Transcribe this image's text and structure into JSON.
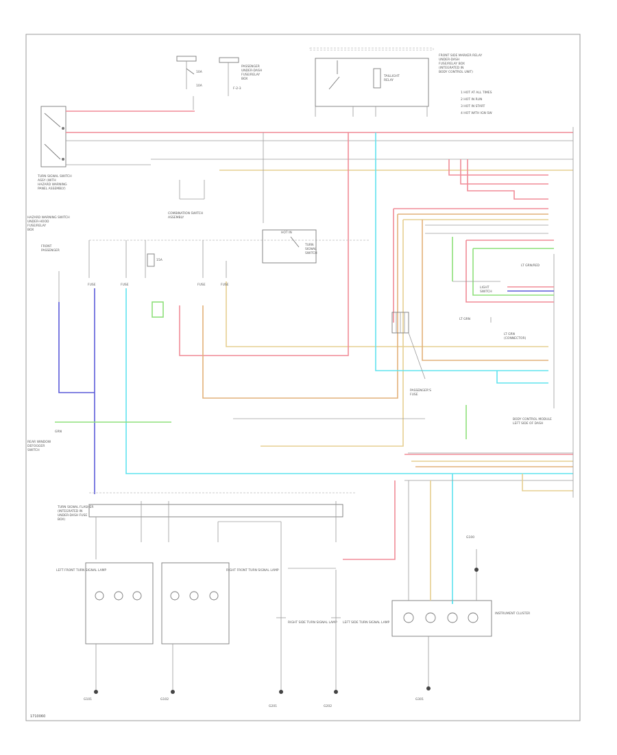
{
  "diagram": {
    "footer_code": "1710060",
    "component_labels": {
      "top_center_relay": "FRONT SIDE MARKER RELAY",
      "right_top_module": "BODY CONTROL MODULE",
      "left_top_switch": "TURN SIGNAL SWITCH",
      "left_mid_module": "HAZARD WARNING SWITCH",
      "center_small_switch": "COMBINATION SWITCH",
      "right_mid_module": "BODY CONTROL MODULE",
      "bottom_left_block": "TURN SIGNAL FLASHER",
      "lamp_left_front": "LEFT FRONT TURN SIGNAL LAMP",
      "lamp_right_front": "RIGHT FRONT TURN SIGNAL LAMP",
      "lamp_right_side": "RIGHT SIDE TURN SIGNAL LAMP",
      "lamp_left_side": "LEFT SIDE TURN SIGNAL LAMP",
      "instrument_cluster": "INSTRUMENT CLUSTER",
      "ground_label": "G100"
    },
    "legend": [
      "1  HOT AT ALL TIMES",
      "2  HOT IN RUN",
      "3  HOT IN START",
      "4  HOT WITH IGN SW"
    ],
    "ground_labels": [
      "G101",
      "G102",
      "G201",
      "G202",
      "G301"
    ],
    "colors": {
      "red": "#f08a96",
      "blue": "#5a5ad8",
      "cyan": "#5fe3ee",
      "green": "#8ee07a",
      "tan": "#e6cf90",
      "orange": "#e2b078",
      "gray": "#9a9a9a"
    }
  }
}
